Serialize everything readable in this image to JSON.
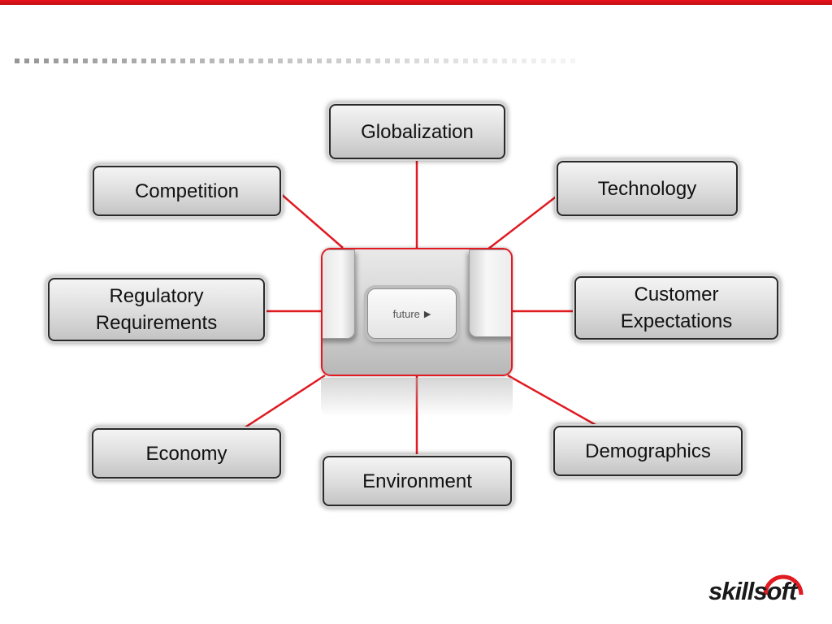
{
  "colors": {
    "accent_red": "#d9141c",
    "connector_red": "#e01b22",
    "node_border": "#2a2a2a",
    "text": "#111111"
  },
  "diagram": {
    "center": {
      "key_label": "future",
      "key_arrow_icon": "play-triangle-icon"
    },
    "nodes": {
      "globalization": "Globalization",
      "competition": "Competition",
      "technology": "Technology",
      "regulatory_line1": "Regulatory",
      "regulatory_line2": "Requirements",
      "customer_line1": "Customer",
      "customer_line2": "Expectations",
      "economy": "Economy",
      "environment": "Environment",
      "demographics": "Demographics"
    }
  },
  "logo": {
    "text": "skillsoft",
    "icon": "skillsoft-logo"
  }
}
